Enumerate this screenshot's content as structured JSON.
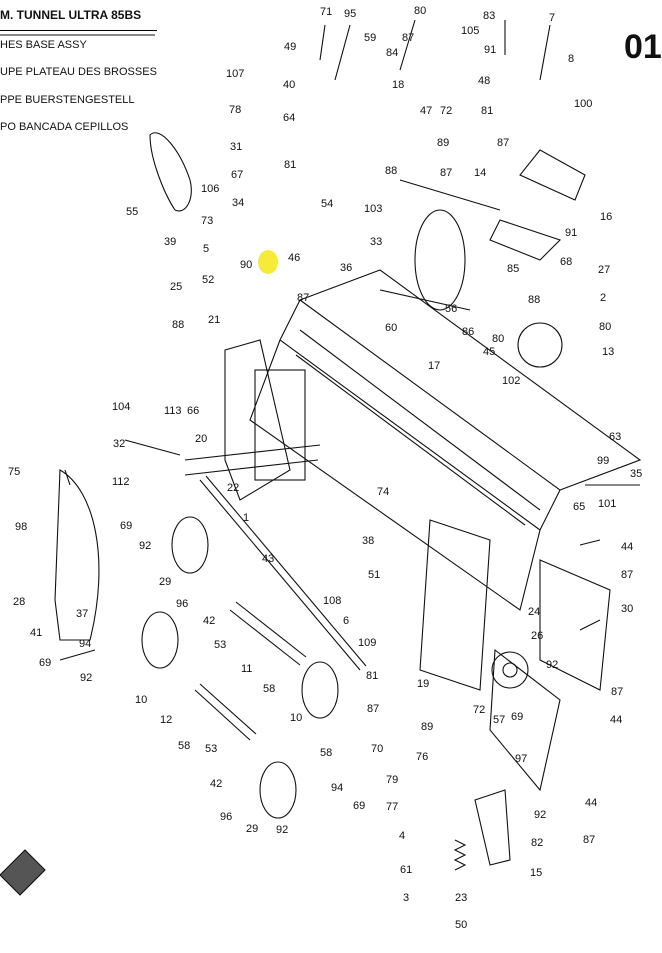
{
  "header": {
    "title": "M. TUNNEL ULTRA 85BS",
    "subtitles": [
      "HES BASE ASSY",
      "UPE PLATEAU DES BROSSES",
      "PPE BUERSTENGESTELL",
      "PO BANCADA CEPILLOS"
    ],
    "page_number": "01"
  },
  "part_labels": [
    "71",
    "95",
    "80",
    "83",
    "7",
    "49",
    "59",
    "84",
    "87",
    "105",
    "91",
    "8",
    "40",
    "18",
    "48",
    "100",
    "107",
    "47",
    "72",
    "81",
    "78",
    "64",
    "31",
    "89",
    "87",
    "87",
    "14",
    "67",
    "81",
    "54",
    "106",
    "34",
    "103",
    "88",
    "16",
    "73",
    "5",
    "90",
    "46",
    "33",
    "36",
    "91",
    "68",
    "55",
    "39",
    "52",
    "88",
    "87",
    "85",
    "27",
    "2",
    "25",
    "21",
    "56",
    "86",
    "80",
    "88",
    "60",
    "80",
    "102",
    "45",
    "13",
    "17",
    "104",
    "113",
    "66",
    "32",
    "20",
    "22",
    "63",
    "99",
    "75",
    "112",
    "74",
    "35",
    "65",
    "101",
    "98",
    "69",
    "92",
    "38",
    "29",
    "51",
    "96",
    "44",
    "87",
    "28",
    "41",
    "69",
    "37",
    "94",
    "42",
    "53",
    "109",
    "6",
    "30",
    "11",
    "108",
    "81",
    "24",
    "26",
    "92",
    "92",
    "58",
    "10",
    "12",
    "58",
    "53",
    "10",
    "19",
    "87",
    "89",
    "72",
    "69",
    "87",
    "44",
    "58",
    "70",
    "76",
    "42",
    "97",
    "57",
    "79",
    "77",
    "96",
    "29",
    "92",
    "94",
    "69",
    "4",
    "61",
    "3",
    "23",
    "50",
    "15",
    "82",
    "92",
    "87",
    "44",
    "43",
    "1"
  ],
  "colors": {
    "highlight": "#f6ea3a",
    "line": "#111111"
  }
}
